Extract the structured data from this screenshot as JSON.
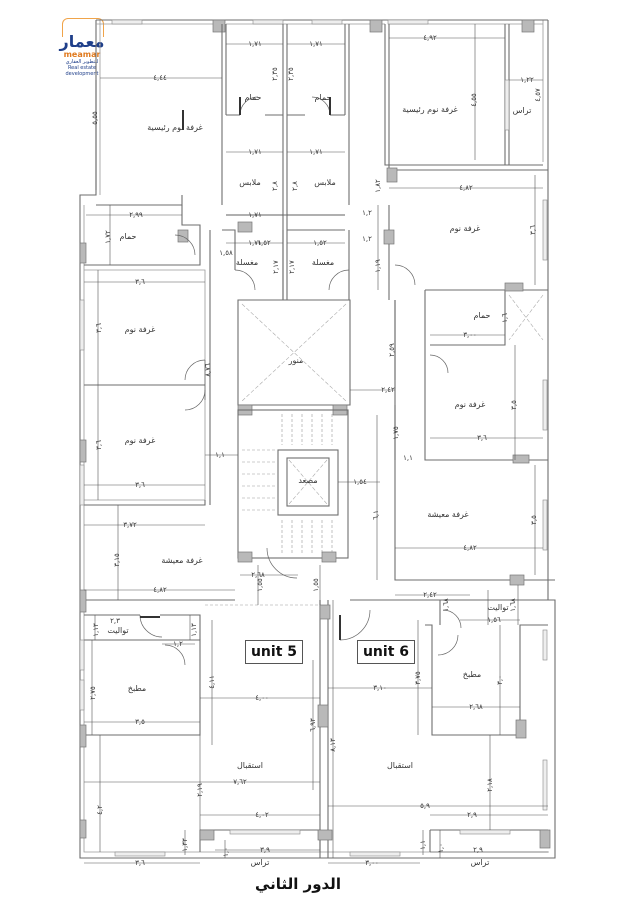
{
  "logo": {
    "arabic": "معمار",
    "english": "meamar",
    "subtitle": "للتطوير العقاري",
    "tagline": "Real estate development",
    "colors": {
      "primary": "#1f3f8a",
      "accent": "#e07a1f"
    }
  },
  "floor_title": "الدور الثاني",
  "units": [
    {
      "label": "unit 5"
    },
    {
      "label": "unit 6"
    }
  ],
  "rooms": {
    "master_bedroom_left": "غرفة نوم رئيسية",
    "master_bedroom_right": "غرفة نوم رئيسية",
    "bath_top_left": "حمام",
    "bath_top_right": "حمام",
    "dressing_left": "ملابس",
    "dressing_right": "ملابس",
    "terrace_top": "تراس",
    "bath_left": "حمام",
    "laundry_left": "مغسلة",
    "laundry_right": "مغسلة",
    "bedroom_right_top": "غرفة نوم",
    "bath_right": "حمام",
    "bedroom_left_1": "غرفة نوم",
    "bedroom_left_2": "غرفة نوم",
    "lightwell": "منور",
    "elevator": "مصعد",
    "bedroom_right_2": "غرفة نوم",
    "living_right": "غرفة معيشة",
    "living_left": "غرفة معيشة",
    "toilet_left": "تواليت",
    "toilet_right": "تواليت",
    "kitchen_left": "مطبخ",
    "kitchen_right": "مطبخ",
    "reception_left": "استقبال",
    "reception_right": "استقبال",
    "terrace_bottom_left": "تراس",
    "terrace_bottom_right": "تراس"
  },
  "dimensions": {
    "d_444": "٤,٤٤",
    "d_555": "٥,٥٥",
    "d_171a": "١,٧١",
    "d_171b": "١,٧١",
    "d_171c": "١,٧١",
    "d_171d": "١,٧١",
    "d_171e": "١,٧١",
    "d_171f": "١,٧١",
    "d_235a": "٢,٣٥",
    "d_235b": "٢,٣٥",
    "d_28a": "٢,٨",
    "d_28b": "٢,٨",
    "d_492": "٤,٩٢",
    "d_455": "٤,٥٥",
    "d_122": "١,٢٢",
    "d_457": "٤,٥٧",
    "d_482_top": "٤,٨٢",
    "d_182": "١,٨٢",
    "d_12a": "١,٢",
    "d_12b": "١,٢",
    "d_119": "١,١٩",
    "d_36_right": "٣,٦",
    "d_299": "٢,٩٩",
    "d_172": "١,٧٢",
    "d_158": "١,٥٨",
    "d_152a": "١,٥٢",
    "d_152b": "١,٥٢",
    "d_217a": "٢,١٧",
    "d_217b": "٢,١٧",
    "d_36a": "٣,٦",
    "d_36b": "٣,٦",
    "d_36c": "٣,٦",
    "d_36h1": "٣,٦",
    "d_36h2": "٣,٦",
    "d_876": "٨,٧٦",
    "d_11a": "١,١",
    "d_11b": "١,١",
    "d_300": "٣,٠٠",
    "d_16": "١,٦",
    "d_259": "٢,٥٩",
    "d_242": "٢,٤٢",
    "d_35": "٣,٥",
    "d_175": "١,٧٥",
    "d_36r": "٣,٦",
    "d_154": "١,٥٤",
    "d_61": "٦,١",
    "d_372": "٣,٧٢",
    "d_315": "٣,١٥",
    "d_482_left": "٤,٨٢",
    "d_482_right": "٤,٨٢",
    "d_35r": "٣,٥",
    "d_268": "٢,٦٨",
    "d_155a": "١,٥٥",
    "d_155b": "١,٥٥",
    "d_242b": "٢,٤٢",
    "d_168": "١,٦٨",
    "d_168b": "١,٦٨",
    "d_156": "١,٥٦",
    "d_23": "٢,٣",
    "d_113a": "١,١٣",
    "d_113b": "١,١٣",
    "d_12c": "١,٢",
    "d_275": "٢,٧٥",
    "d_35k": "٣,٥",
    "d_411": "٤,١١",
    "d_400": "٤,٠٠",
    "d_693": "٦,٩٣",
    "d_762": "٧,٦٢",
    "d_219": "٢,١٩",
    "d_402": "٤,٠٢",
    "d_42": "٤,٢",
    "d_375": "٣,٧٥",
    "d_310": "٣,١٠",
    "d_30": "٣,٠",
    "d_268k": "٢,٦٨",
    "d_813": "٨,١٣",
    "d_218": "٢,١٨",
    "d_59": "٥,٩",
    "d_29": "٢,٩",
    "d_133": "١,٣٣",
    "d_36bl": "٣,٦",
    "d_39": "٣,٩",
    "d_10": "١,٠",
    "d_300b": "٣,٠٠",
    "d_10b": "١,٠",
    "d_29b": "٢,٩",
    "d_11c": "١,١"
  }
}
